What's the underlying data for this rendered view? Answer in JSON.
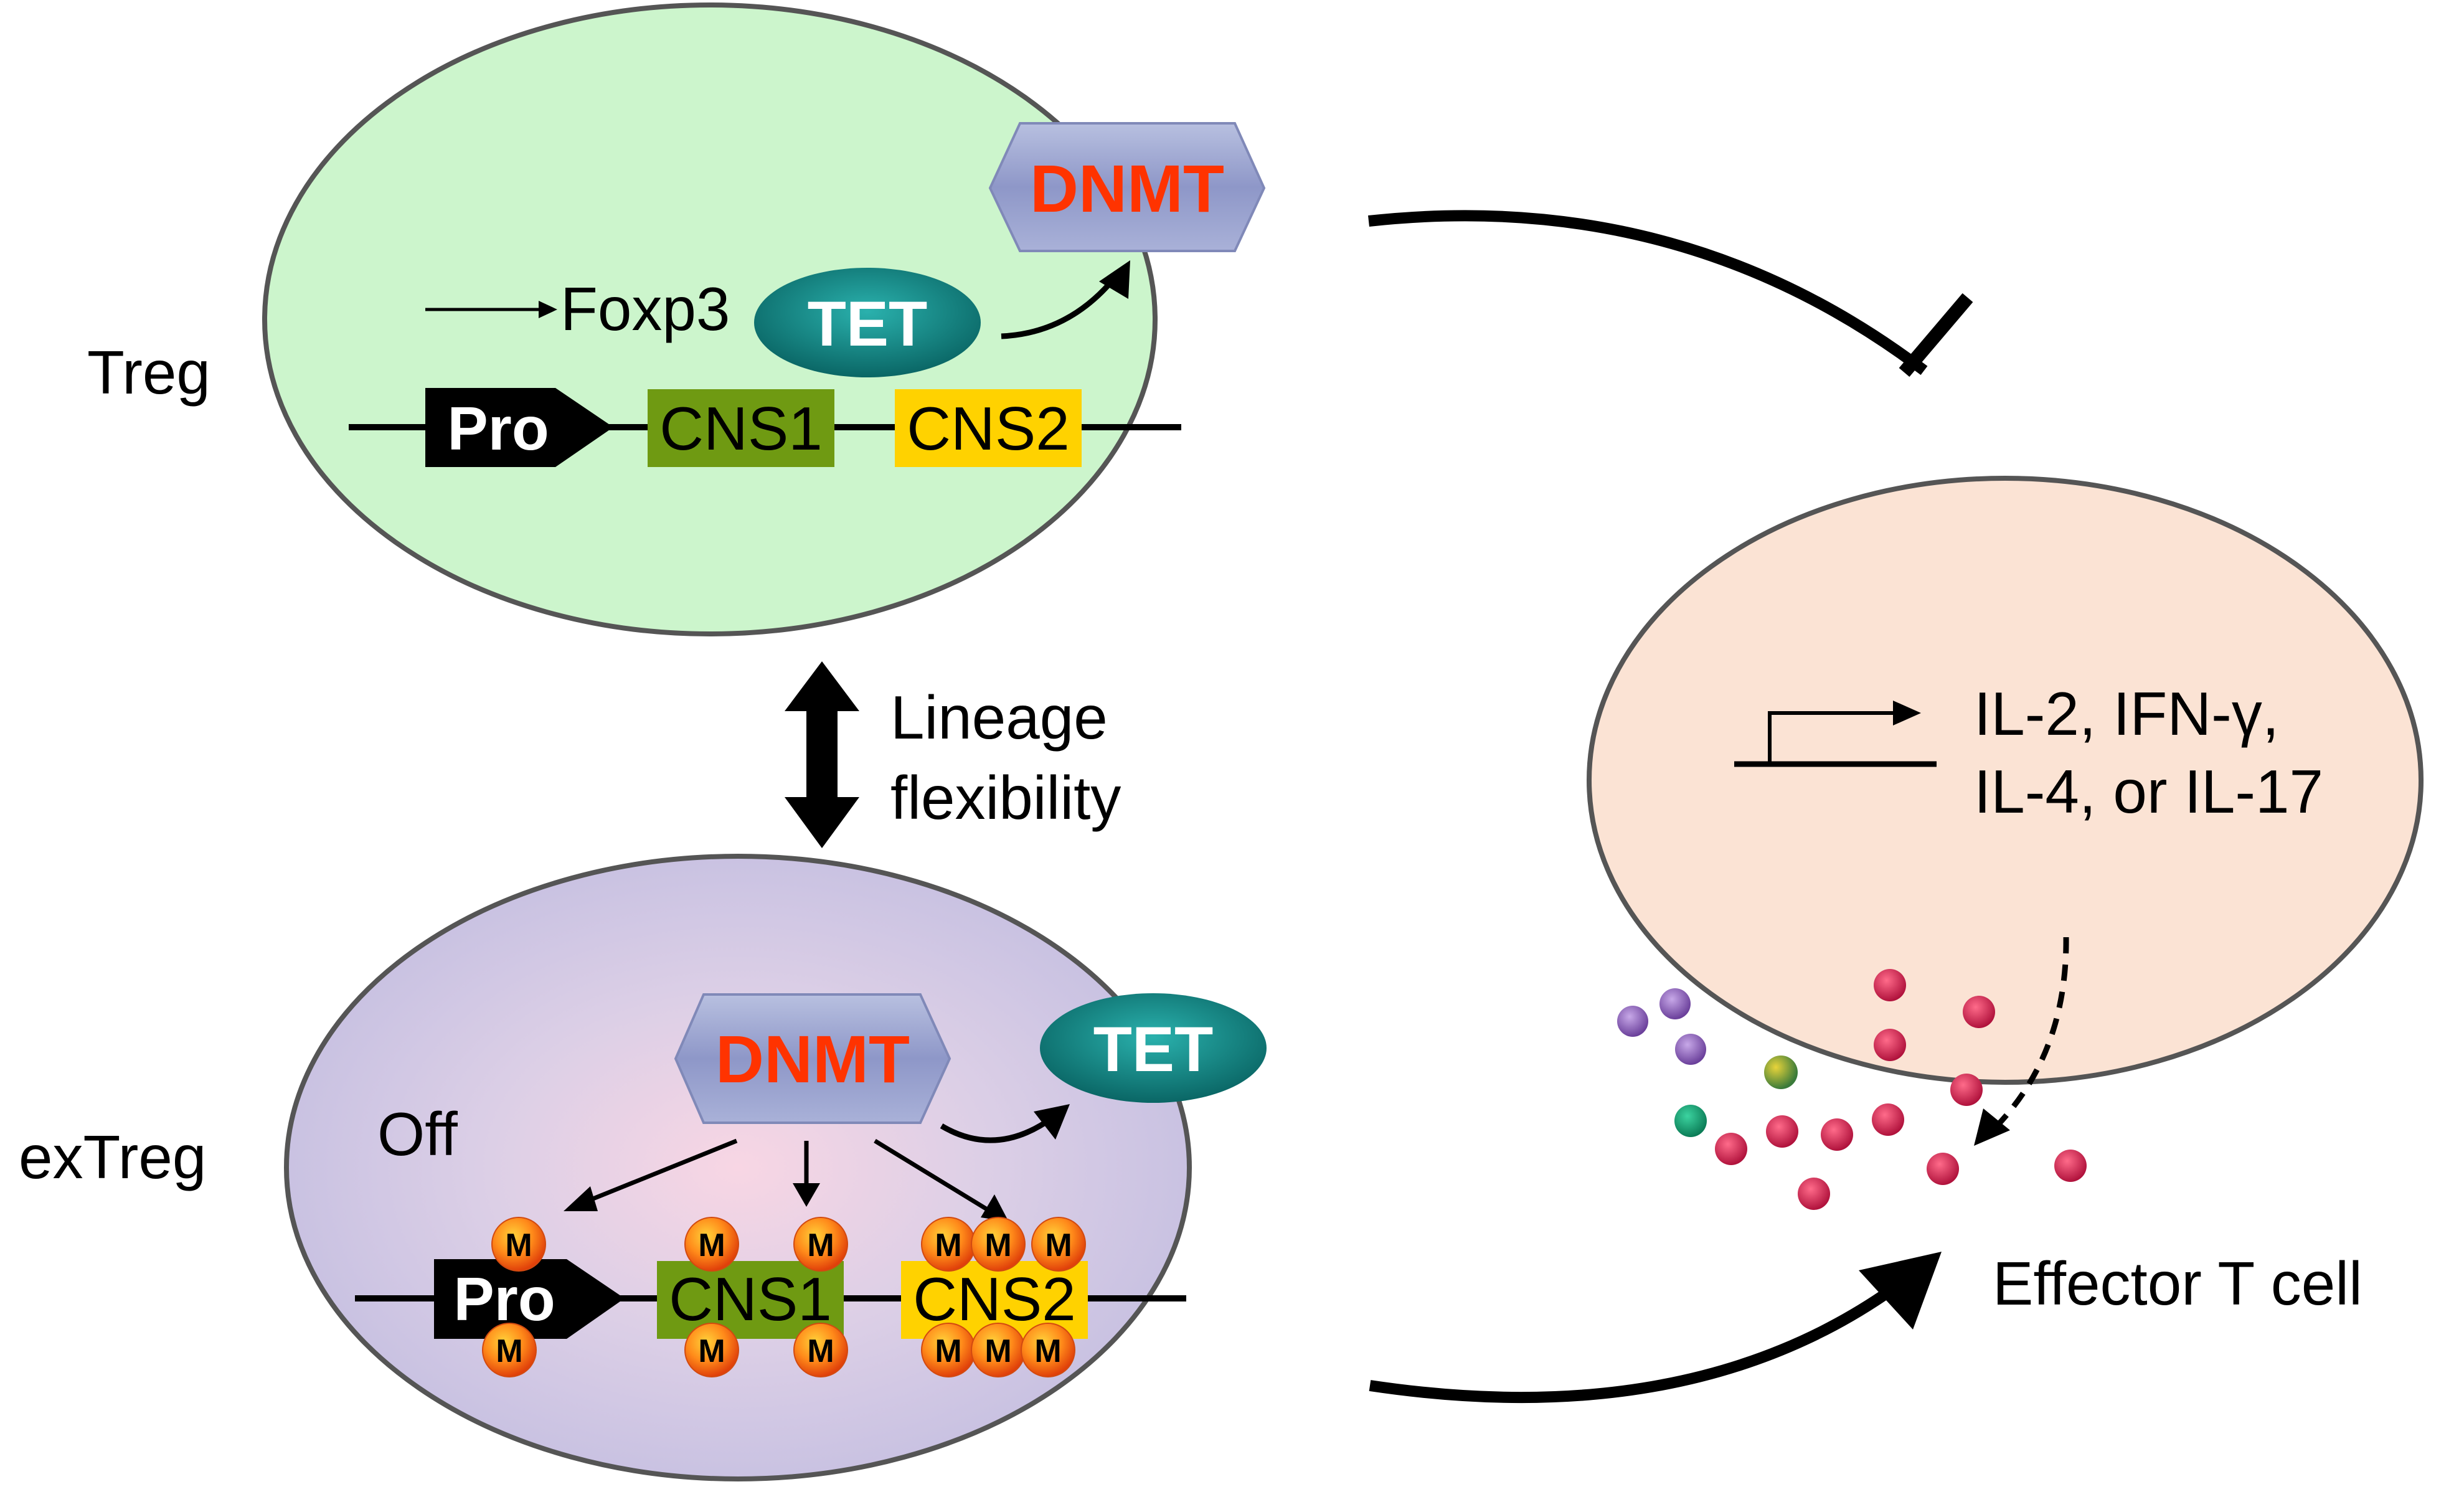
{
  "labels": {
    "treg": "Treg",
    "extreg": "exTreg",
    "lineage_line1": "Lineage",
    "lineage_line2": "flexibility",
    "effector": "Effector T cell",
    "foxp3": "Foxp3",
    "off": "Off",
    "cytokines_line1": "IL-2, IFN-γ,",
    "cytokines_line2": "IL-4, or IL-17"
  },
  "treg_cell": {
    "dnmt": "DNMT",
    "tet": "TET",
    "pro": "Pro",
    "cns1": "CNS1",
    "cns2": "CNS2"
  },
  "extreg_cell": {
    "dnmt": "DNMT",
    "tet": "TET",
    "pro": "Pro",
    "cns1": "CNS1",
    "cns2": "CNS2",
    "methyl_mark": "M"
  },
  "colors": {
    "treg_fill": "#ccf5cc",
    "extreg_fill": "#cbc3e3",
    "effector_fill": "#fbe3d4",
    "dnmt_text": "#ff3300",
    "tet_fill": "#0e7c7b",
    "cns1_fill": "#6f9a12",
    "cns2_fill": "#ffd200",
    "methyl": "#ff6a1a"
  }
}
